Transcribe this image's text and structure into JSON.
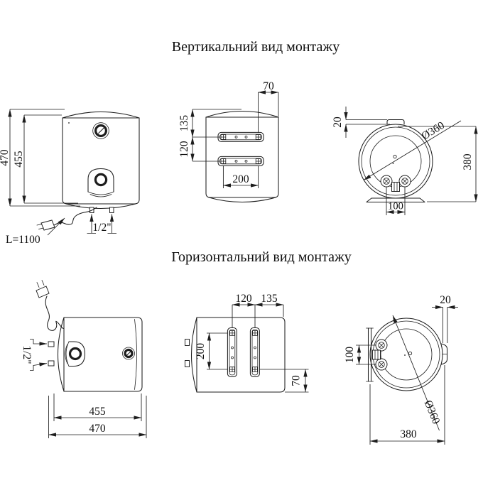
{
  "drawing": {
    "background": "#ffffff",
    "line_color": "#1d1d1d"
  },
  "vertical_section": {
    "title": "Вертикальний вид монтажу",
    "front_view": {
      "dim_total_height": "470",
      "dim_body_height": "455",
      "cable_length": "L=1100",
      "pipe_thread": "1/2\""
    },
    "rear_view": {
      "dim_bracket_to_edge": "70",
      "dim_top_to_bracket": "135",
      "dim_bracket_spacing": "120",
      "dim_hole_spacing": "200"
    },
    "bottom_view": {
      "dim_bracket_thickness": "20",
      "dim_diameter": "Ø360",
      "dim_depth": "380",
      "dim_pipe_spacing": "100"
    }
  },
  "horizontal_section": {
    "title": "Горизонтальний вид монтажу",
    "front_view": {
      "pipe_thread": "1/2\"",
      "dim_body_length": "455",
      "dim_total_length": "470"
    },
    "rear_view": {
      "dim_bracket_spacing": "120",
      "dim_bracket_to_edge": "135",
      "dim_hole_spacing": "200",
      "dim_bottom_offset": "70"
    },
    "side_view": {
      "dim_bracket_thickness": "20",
      "dim_pipe_spacing": "100",
      "dim_diameter": "Ø360",
      "dim_width": "380"
    }
  }
}
